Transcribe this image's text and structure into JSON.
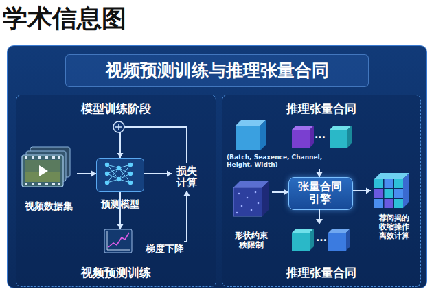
{
  "diagram": {
    "title": "学术信息图",
    "nodes": [
      {
        "text": [
          "视频预测训练与推理张量合同"
        ]
      },
      {
        "text": [
          "模型训练阶段",
          "视频预测训练"
        ],
        "in": 0
      },
      {
        "text": [
          "推理张量合同",
          "推理张量合同"
        ],
        "in": 0
      },
      {
        "text": [
          "视频数据集"
        ],
        "in": 1
      },
      {
        "text": [
          "预测模型"
        ],
        "in": 1
      },
      {
        "text": [
          "损失计算"
        ],
        "in": 1
      },
      {
        "text": [
          "梯度下降"
        ],
        "in": 1
      },
      {
        "text": [
          "(Batch, Seaxence, Channel, Height, Width)"
        ],
        "in": 2
      },
      {
        "text": [
          "张量合同 引擎"
        ],
        "in": 2
      },
      {
        "text": [
          "形状约束 秩限制"
        ],
        "in": 2
      },
      {
        "text": [
          "荐阅揭的 收缩操作 离效计算"
        ],
        "in": 2
      }
    ],
    "edges": [
      {
        "from": 3,
        "to": 4,
        "arrow": "to"
      },
      {
        "from": 4,
        "to": 5,
        "arrow": "to"
      },
      {
        "from": 5,
        "to": 4,
        "arrow": "to"
      },
      {
        "from": 4,
        "to": 6,
        "arrow": "to"
      },
      {
        "from": 6,
        "to": 5,
        "arrow": "to"
      },
      {
        "from": 7,
        "to": 8,
        "arrow": "to"
      },
      {
        "from": 9,
        "to": 8,
        "arrow": "to"
      },
      {
        "from": 8,
        "to": 10,
        "arrow": "to"
      }
    ],
    "labels": [
      "...",
      "..."
    ]
  }
}
